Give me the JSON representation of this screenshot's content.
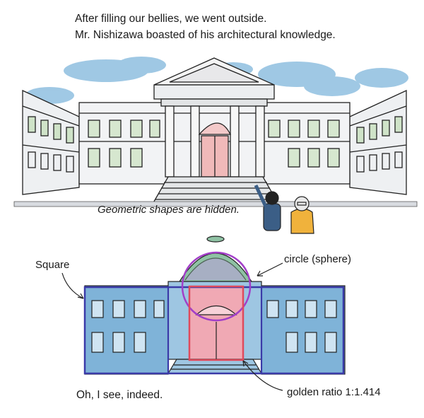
{
  "caption": {
    "line1": "After filling our bellies, we went outside.",
    "line2": "Mr. Nishizawa boasted of his architectural knowledge."
  },
  "speech": "Geometric shapes are hidden.",
  "annotations": {
    "square": "Square",
    "circle": "circle (sphere)",
    "golden": "golden ratio 1:1.414",
    "reply": "Oh, I see, indeed."
  },
  "colors": {
    "sky": "#8fbfe0",
    "building_blue": "#7fb3d8",
    "entrance_pink": "#f0a9b4",
    "dome_green": "#8fc2a4",
    "square_outline": "#3a3aa8",
    "circle_outline": "#a23fc8",
    "ratio_outline": "#e04a5c"
  }
}
